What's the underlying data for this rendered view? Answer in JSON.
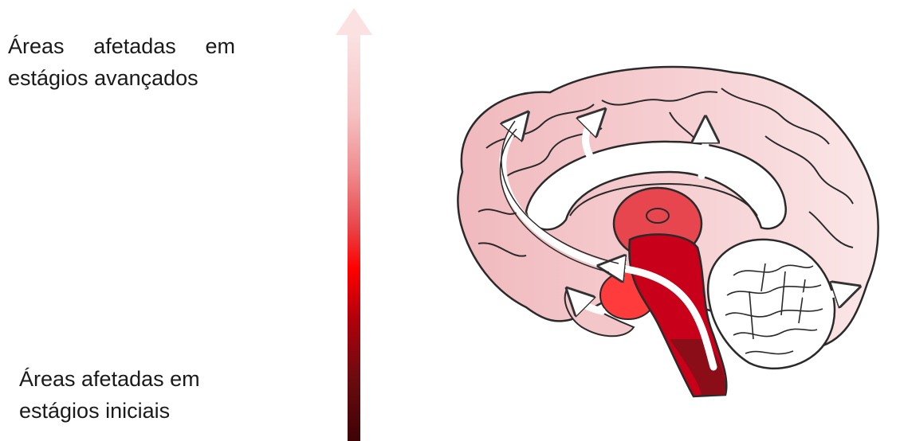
{
  "labels": {
    "top_line1": "Áreas afetadas em",
    "top_line2": "estágios avançados",
    "bottom_line1": "Áreas afetadas em",
    "bottom_line2": "estágios iniciais"
  },
  "colors": {
    "scale_stops": [
      "#fbe4e4",
      "#f6c3c4",
      "#f08e91",
      "#e84549",
      "#ff0000",
      "#b3000b",
      "#6e0b10",
      "#3d0306"
    ],
    "cortex": "#f3c7ca",
    "cortex_light": "#fbe5e6",
    "brainstem": "#c8001a",
    "brainstem_dark": "#8a0d18",
    "thalamus": "#e7464f",
    "flow_arrow": "#ffffff",
    "outline": "#2a2a2a"
  },
  "icons": [
    "severity-gradient-arrow",
    "brain-sagittal-illustration",
    "spread-arrow"
  ]
}
